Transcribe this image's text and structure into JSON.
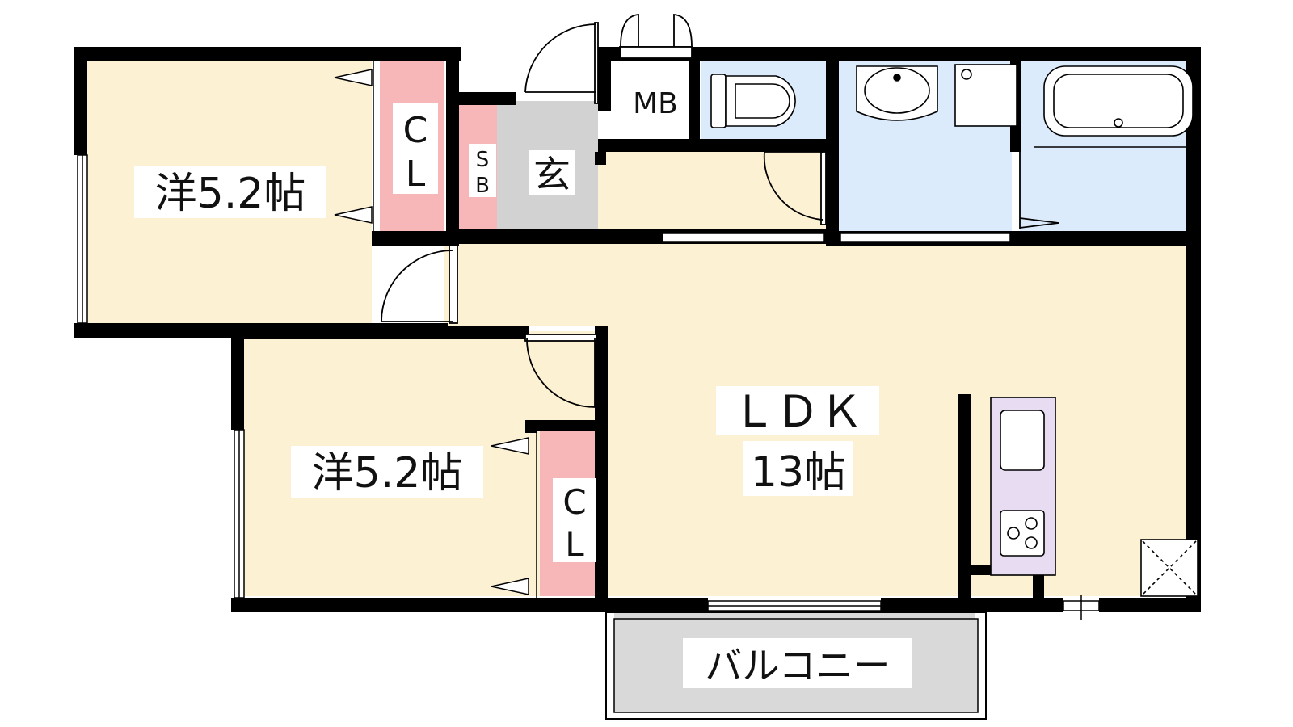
{
  "rooms": {
    "western_room_top": {
      "label": "洋5.2帖",
      "closet": [
        "C",
        "L"
      ]
    },
    "western_room_bottom": {
      "label": "洋5.2帖",
      "closet": [
        "C",
        "L"
      ]
    },
    "shoe_box": [
      "S",
      "B"
    ],
    "entrance": {
      "label": "玄"
    },
    "meter_box": {
      "label": "MB"
    },
    "ldk": {
      "label": "ＬＤＫ",
      "size": "13帖"
    },
    "balcony": {
      "label": "バルコニー"
    }
  },
  "colors": {
    "room_floor": "#fdf1d4",
    "wet_area": "#dcebfb",
    "closet": "#f7b6b8",
    "entrance_floor": "#d2d2d2",
    "kitchen": "#e8dcf2",
    "balcony": "#d9d9d9",
    "wall": "#000000"
  },
  "icons": [
    "toilet-icon",
    "washbasin-icon",
    "bathtub-icon",
    "sink-icon",
    "stove-icon",
    "skylight-icon",
    "door-swing-icon"
  ]
}
